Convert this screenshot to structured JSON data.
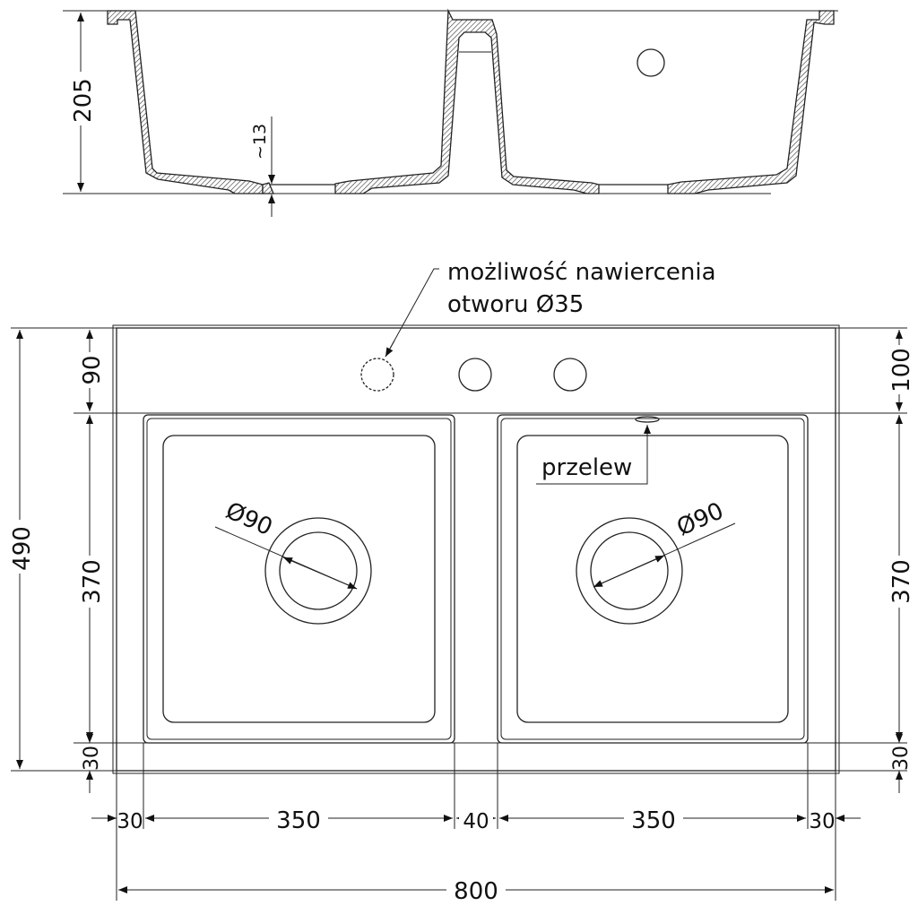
{
  "section_view": {
    "depth": "205",
    "bottom_thickness": "~13"
  },
  "plan_view": {
    "note_line1": "możliwość nawiercenia",
    "note_line2": "otworu Ø35",
    "overflow_label": "przelew",
    "drain_left": "Ø90",
    "drain_right": "Ø90"
  },
  "dimensions": {
    "left_total": "490",
    "left_top": "90",
    "left_bowl": "370",
    "left_bottom": "30",
    "right_top": "100",
    "right_bowl": "370",
    "right_bottom": "30",
    "bottom_chain": [
      "30",
      "350",
      "40",
      "350",
      "30"
    ],
    "overall_width": "800"
  }
}
